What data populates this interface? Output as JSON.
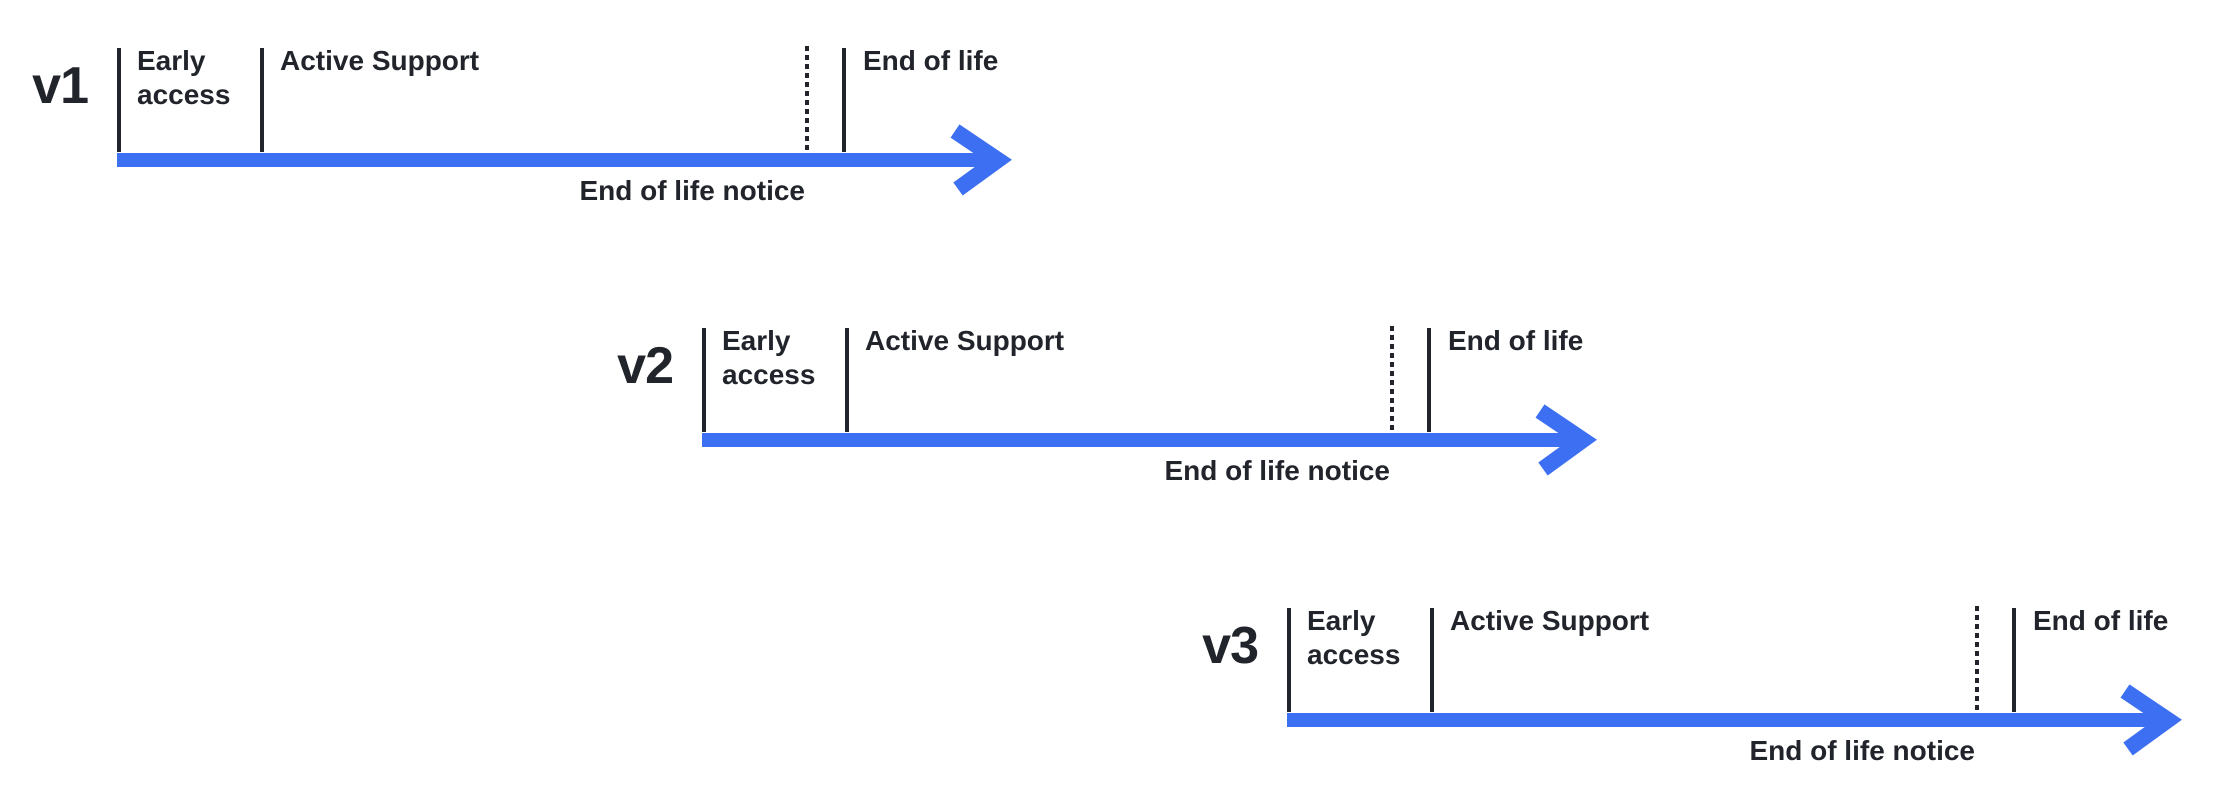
{
  "colors": {
    "accent_blue": "#3D6FF2",
    "ink": "#21252B",
    "background": "#FFFFFF"
  },
  "timelines": [
    {
      "version": "v1",
      "phases": [
        "Early access",
        "Active Support",
        "End of life"
      ],
      "notice": "End of life notice"
    },
    {
      "version": "v2",
      "phases": [
        "Early access",
        "Active Support",
        "End of life"
      ],
      "notice": "End of life notice"
    },
    {
      "version": "v3",
      "phases": [
        "Early access",
        "Active Support",
        "End of life"
      ],
      "notice": "End of life notice"
    }
  ]
}
